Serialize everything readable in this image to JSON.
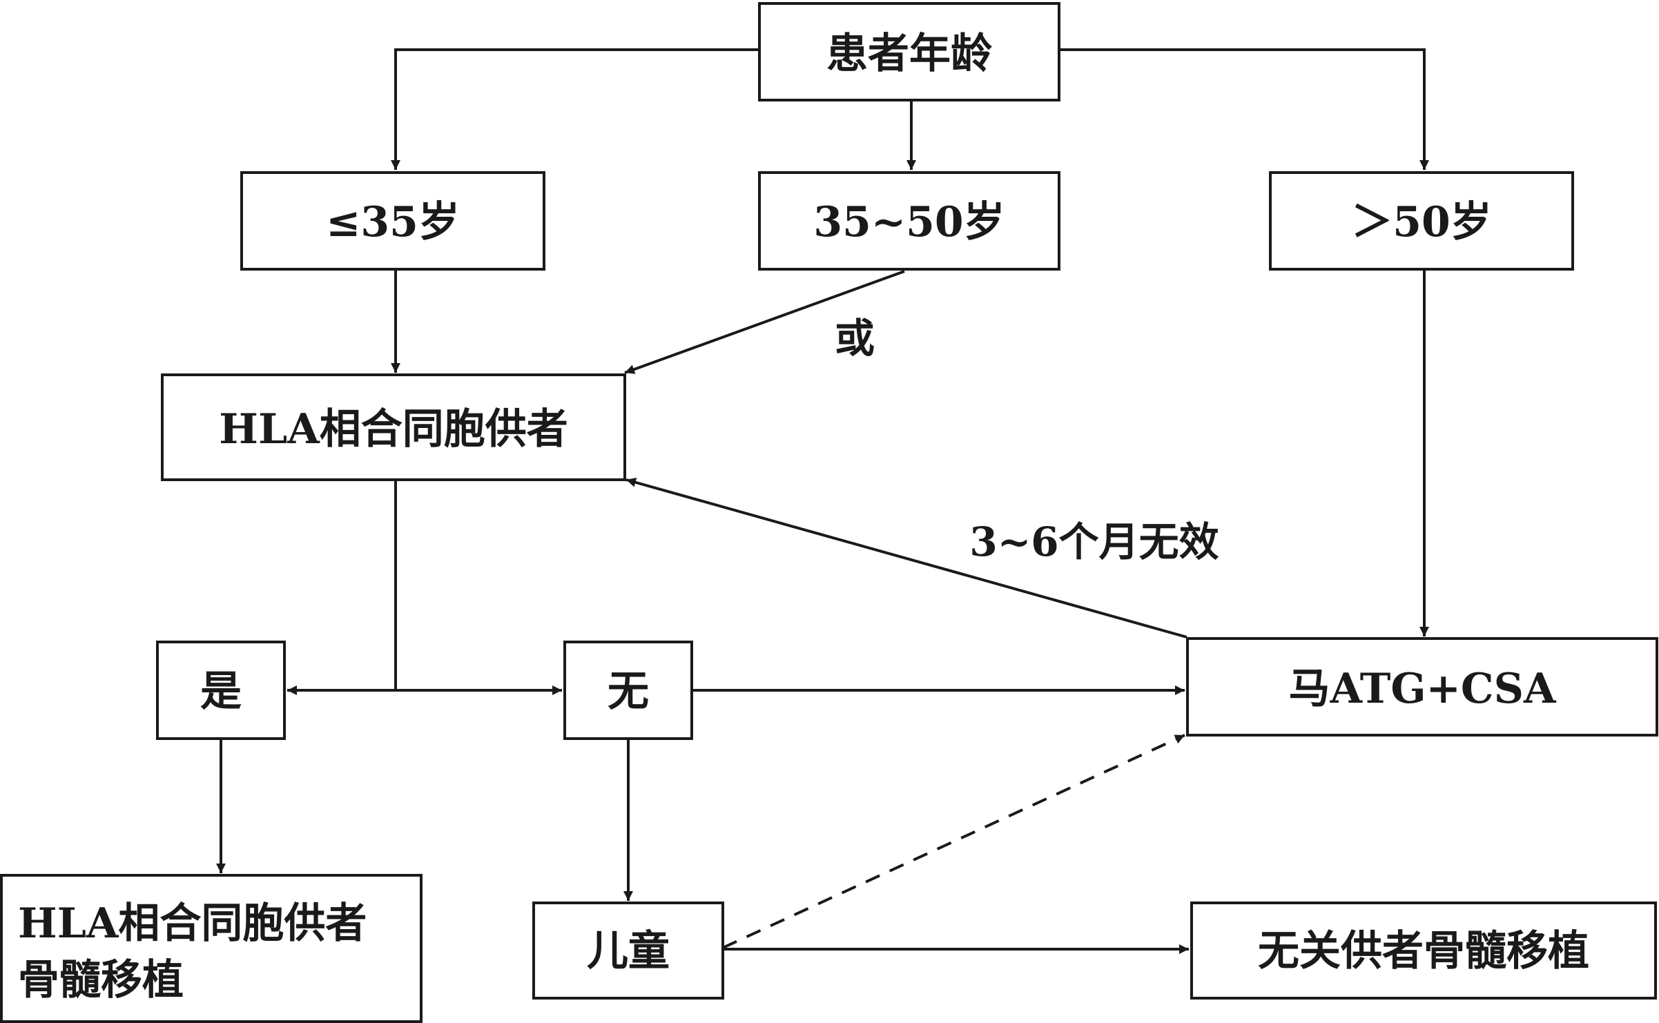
{
  "nodes": {
    "age": "患者年龄",
    "le35": "≤35岁",
    "mid": "35~50岁",
    "gt50": "＞50岁",
    "hla": "HLA相合同胞供者",
    "yes": "是",
    "no": "无",
    "atg": "马ATG+CSA",
    "bmt_line1": "HLA相合同胞供者",
    "bmt_line2": "骨髓移植",
    "child": "儿童",
    "unrelated": "无关供者骨髓移植"
  },
  "labels": {
    "or": "或",
    "ineffective": "3~6个月无效"
  }
}
